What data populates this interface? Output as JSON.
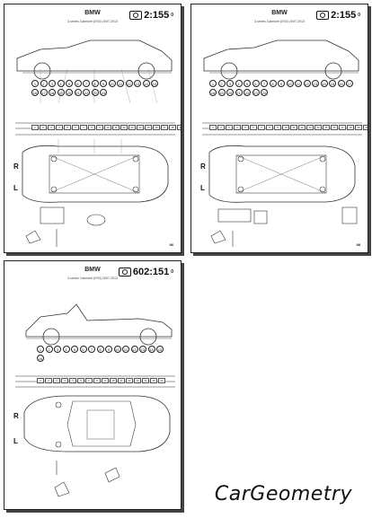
{
  "sheets": [
    {
      "brand": "BMW",
      "subtitle": "3-series Cabriolet (E93) 2007-2013",
      "code": "2:155",
      "code_suffix": "0",
      "page_number": "96",
      "label_right": "R",
      "label_left": "L",
      "points": [
        "1",
        "2",
        "3",
        "4",
        "5",
        "6",
        "7",
        "8",
        "9",
        "10",
        "11",
        "12",
        "13",
        "14",
        "15",
        "16",
        "17",
        "18",
        "19",
        "20",
        "21",
        "22",
        "23",
        "24"
      ]
    },
    {
      "brand": "BMW",
      "subtitle": "3-series Cabriolet (E93) 2007-2013",
      "code": "2:155",
      "code_suffix": "0",
      "page_number": "98",
      "label_right": "R",
      "label_left": "L",
      "points": [
        "1",
        "2",
        "3",
        "4",
        "5",
        "6",
        "7",
        "8",
        "9",
        "10",
        "11",
        "12",
        "13",
        "14",
        "15",
        "16",
        "17",
        "18",
        "19",
        "20",
        "21",
        "22",
        "23",
        "24"
      ]
    },
    {
      "brand": "BMW",
      "subtitle": "3-series Cabriolet (E93) 2007-2013",
      "code": "602:151",
      "code_suffix": "0",
      "page_number": "",
      "label_right": "R",
      "label_left": "L",
      "points": [
        "1",
        "2",
        "3",
        "4",
        "5",
        "6",
        "7",
        "8",
        "9",
        "10",
        "11",
        "12",
        "13",
        "14",
        "15",
        "16"
      ]
    }
  ],
  "logo": {
    "text": "CarGeometry"
  }
}
